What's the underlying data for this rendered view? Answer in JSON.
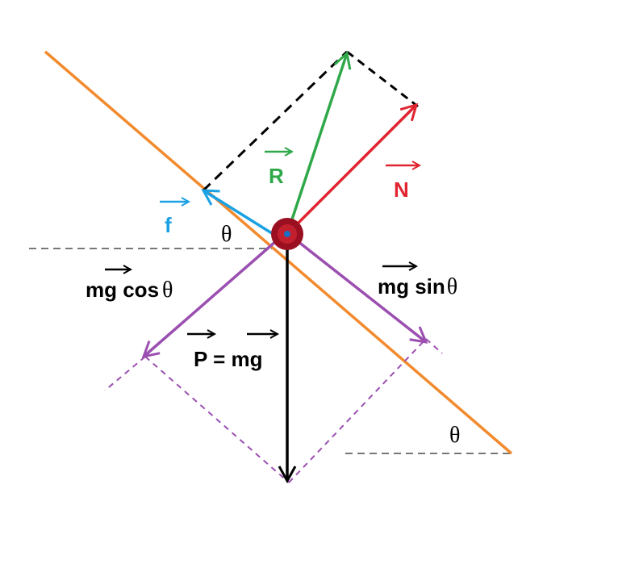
{
  "colors": {
    "incline": "#f28a2e",
    "weight": "#000000",
    "components": "#9b4fb0",
    "normal": "#e02530",
    "resultant": "#2fa84a",
    "friction": "#1ba1e2",
    "body": "#9a1020",
    "guide": "#777777"
  },
  "labels": {
    "friction": "f",
    "resultant": "R",
    "normal": "N",
    "theta_top": "θ",
    "theta_bottom": "θ",
    "mg_cos": "mg cos",
    "mg_cos_theta": "θ",
    "mg_sin": "mg sin",
    "mg_sin_theta": "θ",
    "weight": "P = mg"
  }
}
